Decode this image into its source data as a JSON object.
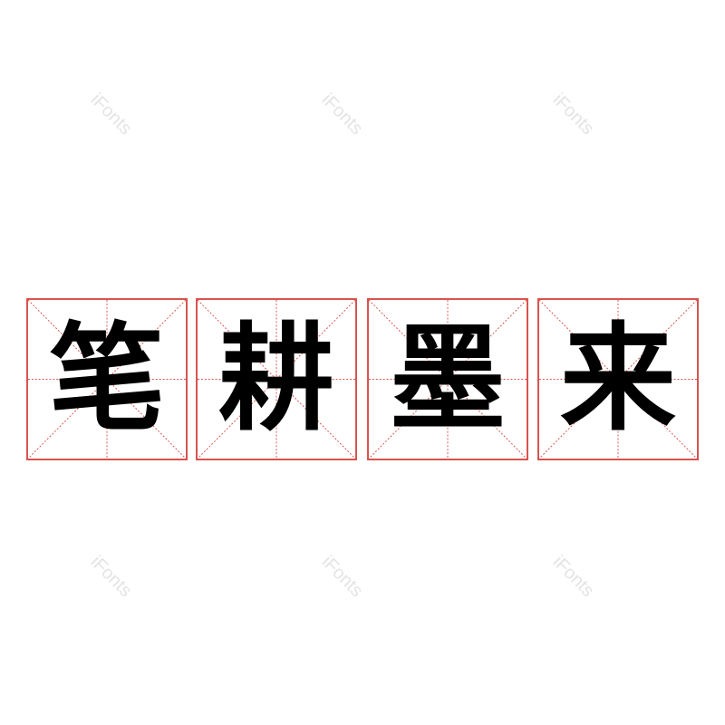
{
  "watermark": "iFonts",
  "characters": [
    {
      "char": "笔"
    },
    {
      "char": "耕"
    },
    {
      "char": "墨"
    },
    {
      "char": "来"
    }
  ],
  "colors": {
    "grid": "#d9534f",
    "text": "#000000",
    "watermark": "#e4e4e4"
  }
}
